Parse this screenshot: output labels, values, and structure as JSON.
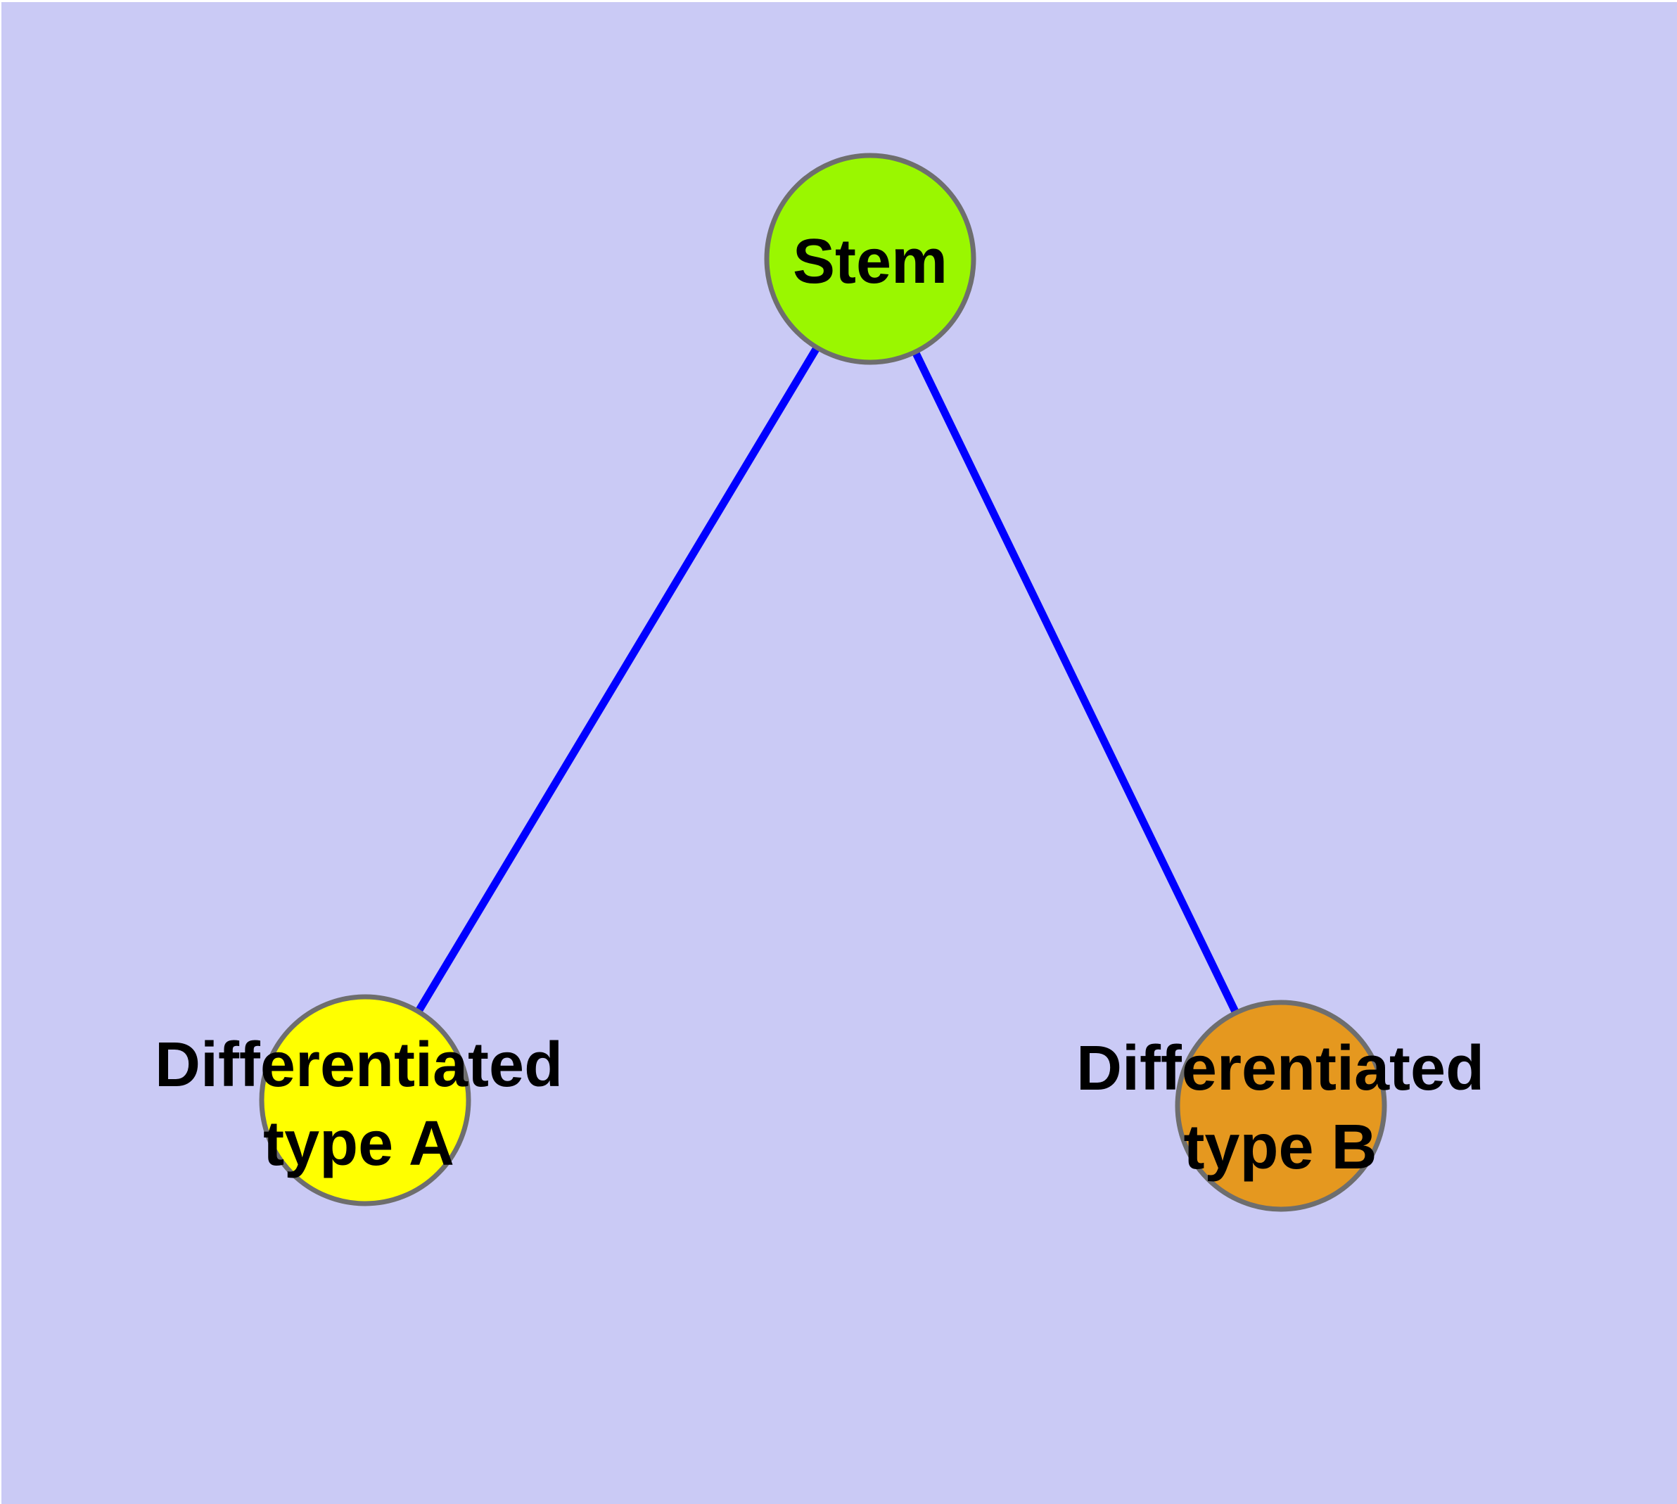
{
  "diagram": {
    "type": "node-link-graph",
    "background_color": "#CACAF5",
    "margin_color": "#FFFFFF",
    "edge_color": "#0000FF",
    "node_border_color": "#6E6E6E",
    "label_color": "#000000",
    "nodes": [
      {
        "id": "stem",
        "label": "Stem",
        "color": "#9AF700"
      },
      {
        "id": "differentiated-type-a",
        "label": "Differentiated\ntype A",
        "color": "#FFFF00"
      },
      {
        "id": "differentiated-type-b",
        "label": "Differentiated\ntype B",
        "color": "#E5981F"
      }
    ],
    "edges": [
      {
        "from": "stem",
        "to": "differentiated-type-a"
      },
      {
        "from": "stem",
        "to": "differentiated-type-b"
      }
    ]
  }
}
